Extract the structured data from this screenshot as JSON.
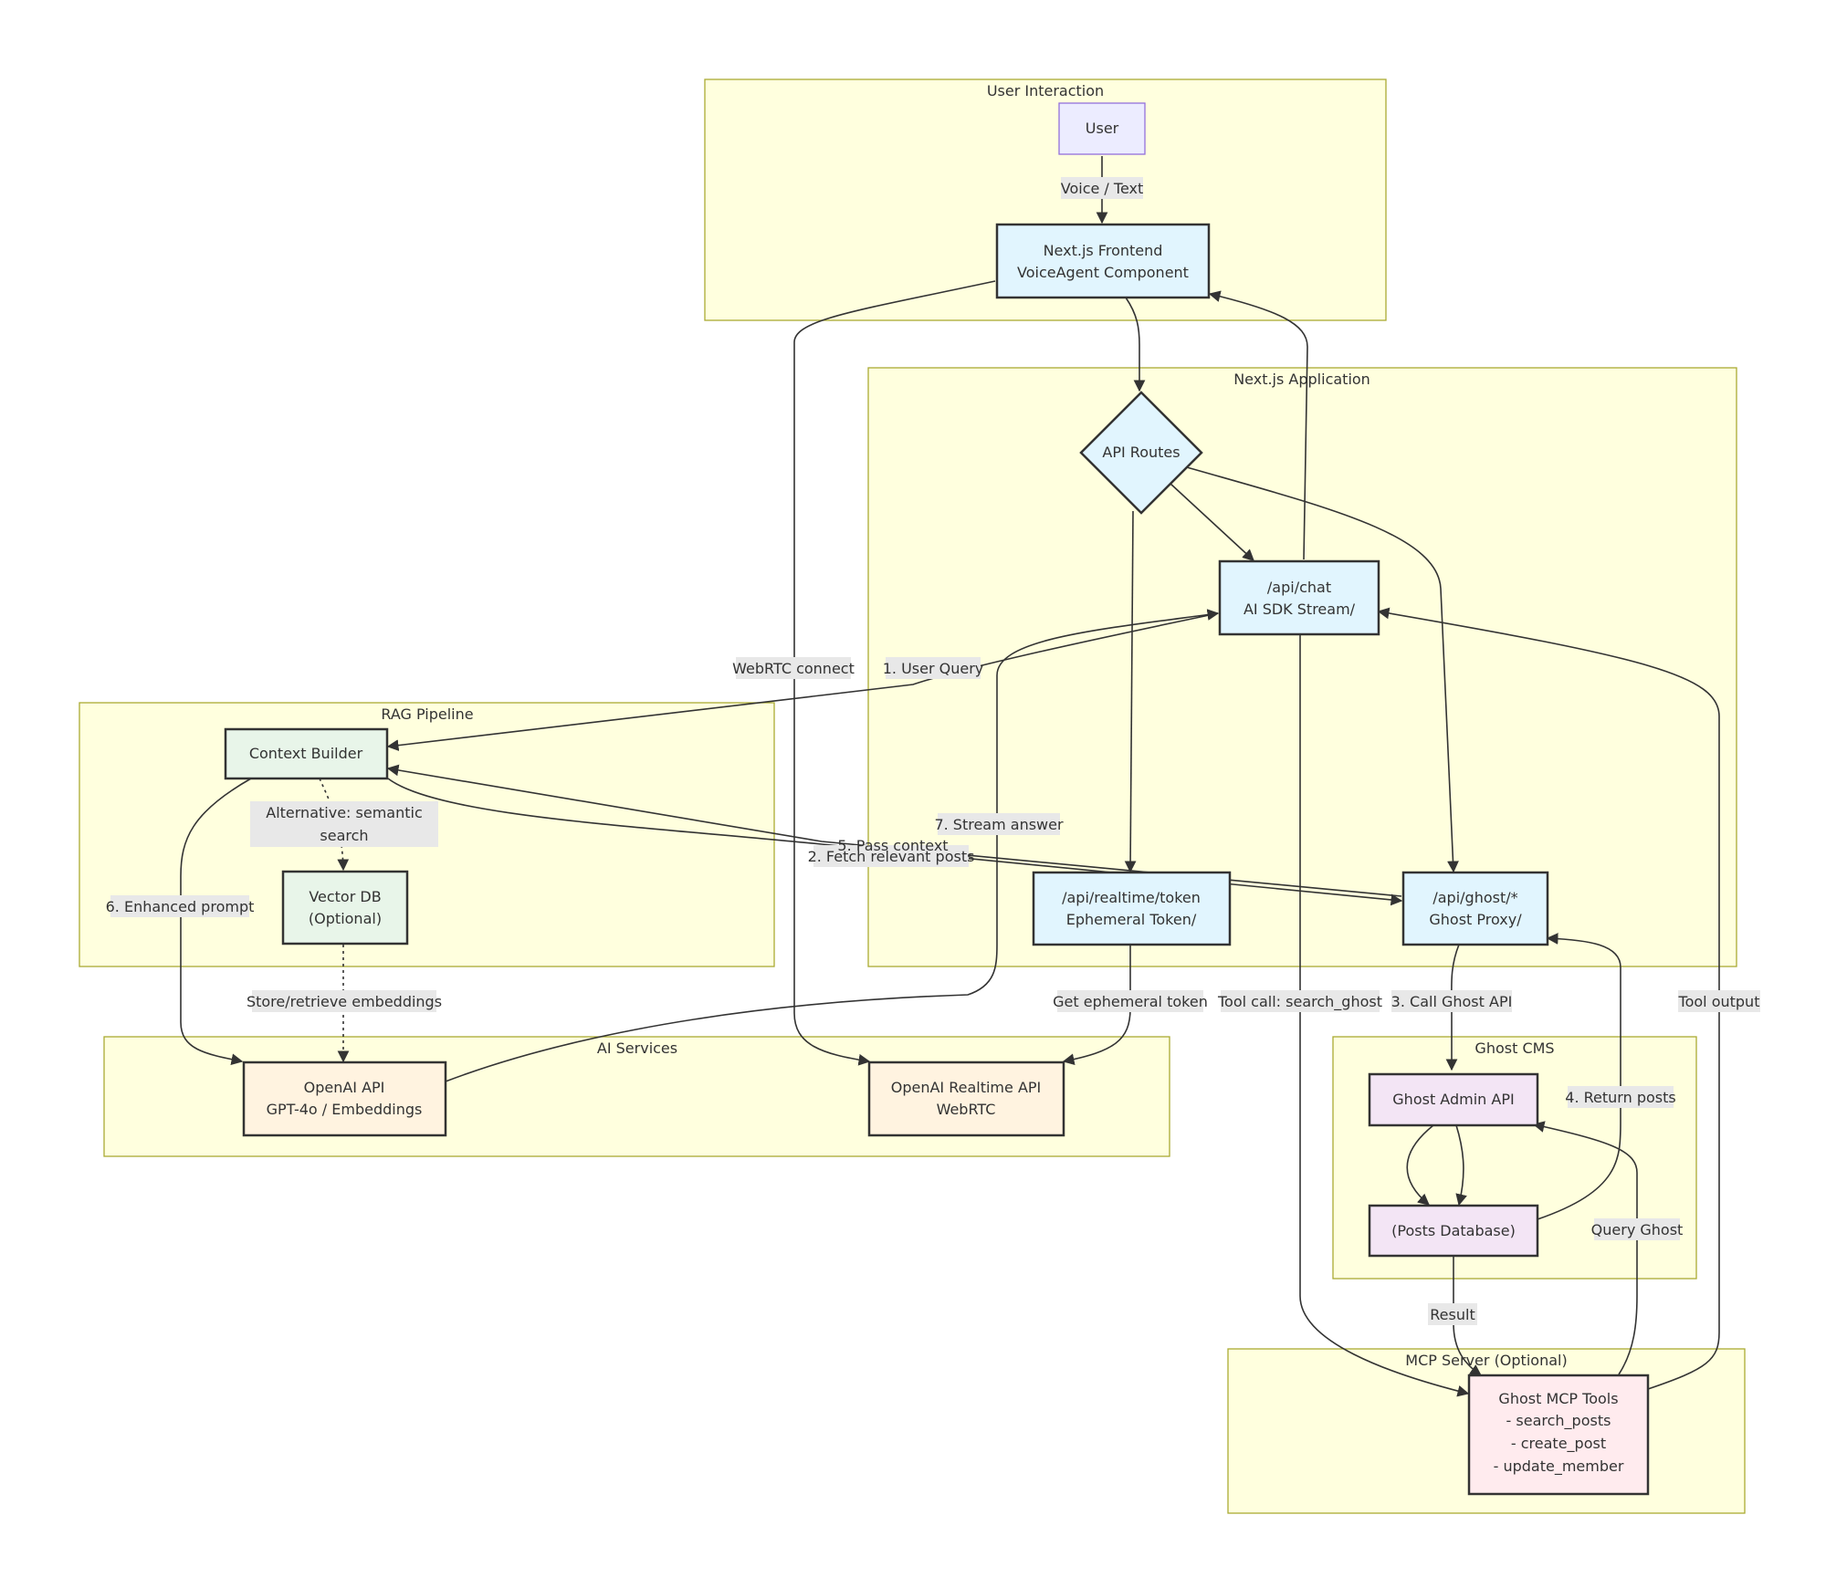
{
  "clusters": {
    "user_interaction": "User Interaction",
    "nextjs_application": "Next.js Application",
    "rag_pipeline": "RAG Pipeline",
    "ai_services": "AI Services",
    "ghost_cms": "Ghost CMS",
    "mcp_server": "MCP Server (Optional)"
  },
  "nodes": {
    "user": [
      "User"
    ],
    "frontend": [
      "Next.js Frontend",
      "VoiceAgent Component"
    ],
    "api_routes": [
      "API Routes"
    ],
    "api_chat": [
      "/api/chat",
      "AI SDK Stream/"
    ],
    "api_realtime": [
      "/api/realtime/token",
      "Ephemeral Token/"
    ],
    "api_ghost": [
      "/api/ghost/*",
      "Ghost Proxy/"
    ],
    "context_builder": [
      "Context Builder"
    ],
    "vector_db": [
      "Vector DB",
      "(Optional)"
    ],
    "openai_api": [
      "OpenAI API",
      "GPT-4o / Embeddings"
    ],
    "openai_realtime": [
      "OpenAI Realtime API",
      "WebRTC"
    ],
    "ghost_admin": [
      "Ghost Admin API"
    ],
    "posts_db": [
      "(Posts Database)"
    ],
    "mcp_tools": [
      "Ghost MCP Tools",
      "- search_posts",
      "- create_post",
      "- update_member"
    ]
  },
  "edge_labels": {
    "voice_text": "Voice / Text",
    "webrtc_connect": "WebRTC connect",
    "user_query": "1. User Query",
    "alt_semantic": [
      "Alternative: semantic",
      "search"
    ],
    "stream_answer": "7. Stream answer",
    "pass_context": "5. Pass context",
    "fetch_posts": "2. Fetch relevant posts",
    "enhanced_prompt": "6. Enhanced prompt",
    "store_embeddings": "Store/retrieve embeddings",
    "get_token": "Get ephemeral token",
    "tool_call": "Tool call: search_ghost",
    "call_ghost": "3. Call Ghost API",
    "tool_output": "Tool output",
    "return_posts": "4. Return posts",
    "query_ghost": "Query Ghost",
    "result": "Result"
  },
  "colors": {
    "cluster_fill": "#ffffde",
    "cluster_stroke": "#aaaa33",
    "user_fill": "#ececff",
    "user_stroke": "#9370db",
    "blue_fill": "#e1f5fe",
    "green_fill": "#e8f5e9",
    "orange_fill": "#fff3e0",
    "purple_fill": "#f3e5f5",
    "red_fill": "#ffebee",
    "node_stroke": "#333333",
    "edge": "#333333",
    "label_bg": "#e8e8e8"
  }
}
